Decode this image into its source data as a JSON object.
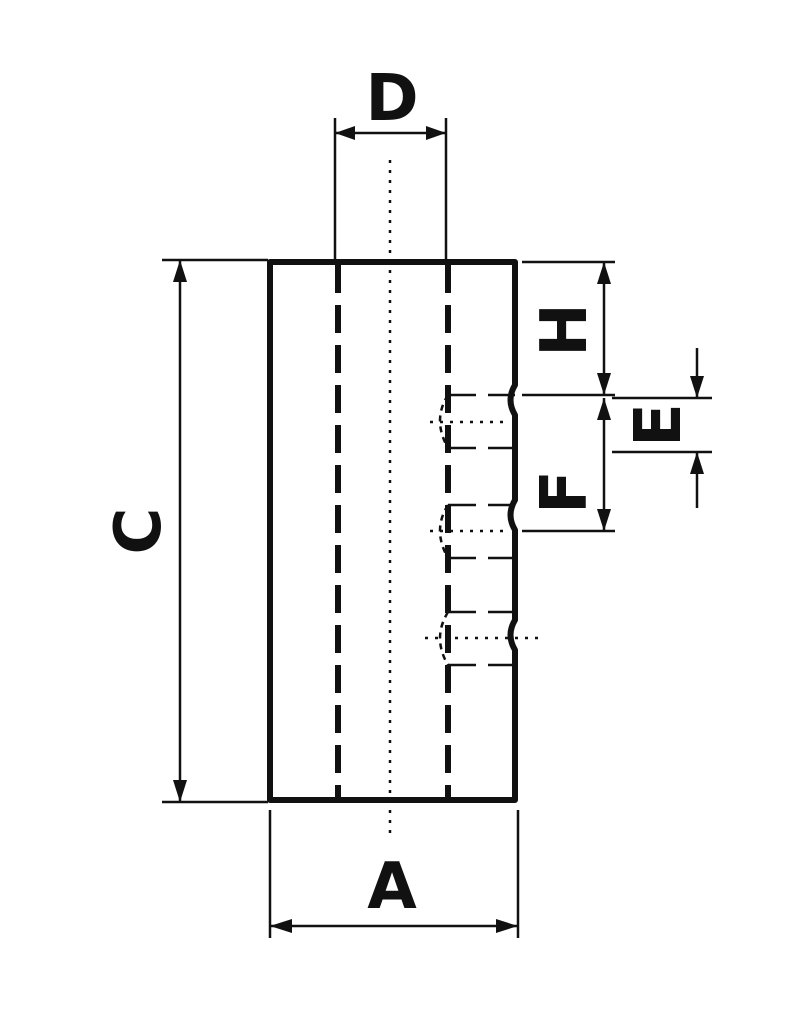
{
  "drawing": {
    "labels": {
      "a": "A",
      "c": "C",
      "d": "D",
      "e": "E",
      "f": "F",
      "h": "H"
    },
    "colors": {
      "ink": "#111111",
      "paper": "#ffffff"
    }
  }
}
